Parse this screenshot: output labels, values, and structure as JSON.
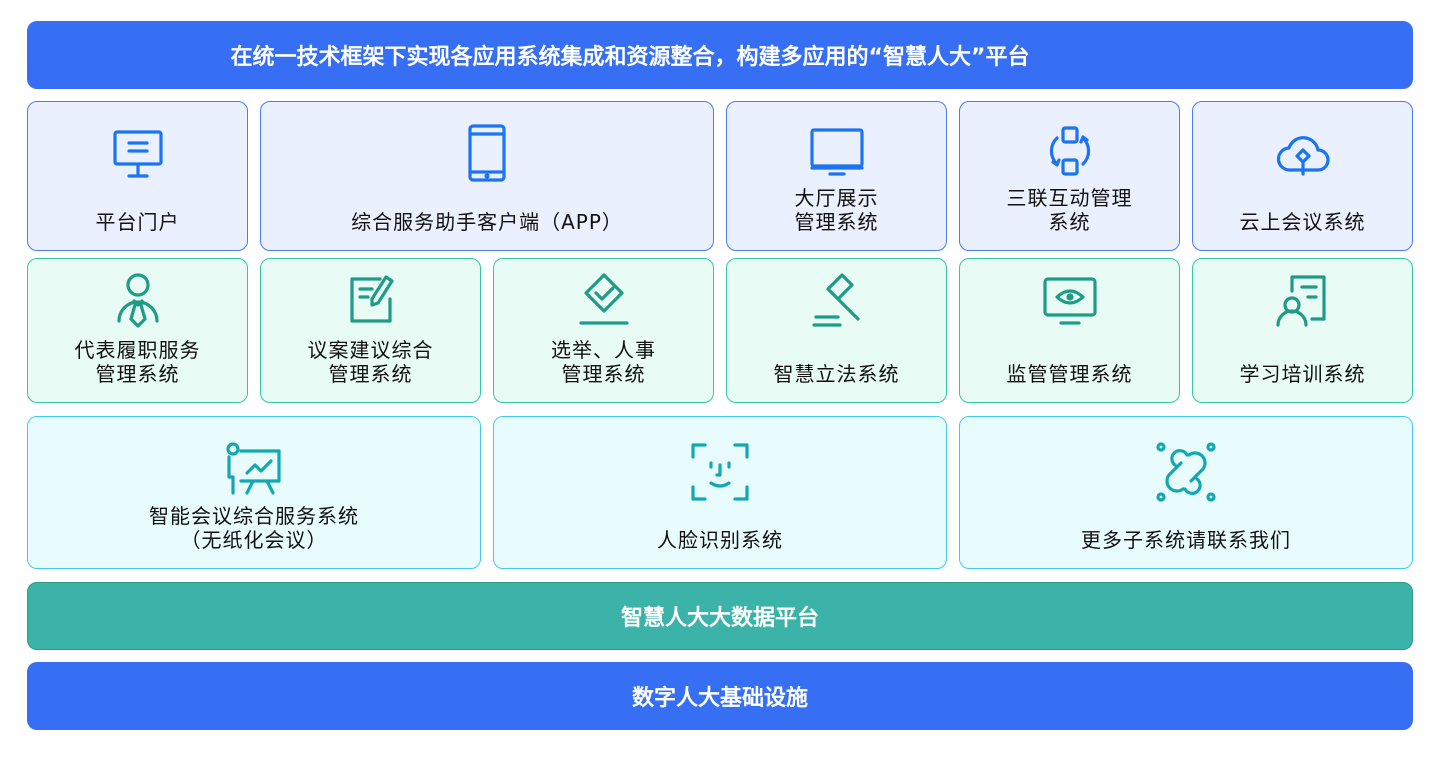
{
  "header": {
    "title": "在统一技术框架下实现各应用系统集成和资源整合，构建多应用的“智慧人大”平台"
  },
  "row1": [
    {
      "label": "平台门户",
      "icon": "monitor-icon"
    },
    {
      "label": "综合服务助手客户端（APP）",
      "icon": "tablet-icon"
    },
    {
      "label": "大厅展示\n管理系统",
      "icon": "desktop-icon"
    },
    {
      "label": "三联互动管理\n系统",
      "icon": "sync-icon"
    },
    {
      "label": "云上会议系统",
      "icon": "cloud-icon"
    }
  ],
  "row2": [
    {
      "label": "代表履职服务\n管理系统",
      "icon": "representative-icon"
    },
    {
      "label": "议案建议综合\n管理系统",
      "icon": "edit-document-icon"
    },
    {
      "label": "选举、人事\n管理系统",
      "icon": "vote-check-icon"
    },
    {
      "label": "智慧立法系统",
      "icon": "gavel-icon"
    },
    {
      "label": "监管管理系统",
      "icon": "monitor-eye-icon"
    },
    {
      "label": "学习培训系统",
      "icon": "training-icon"
    }
  ],
  "row3": [
    {
      "label": "智能会议综合服务系统\n（无纸化会议）",
      "icon": "presentation-icon"
    },
    {
      "label": "人脸识别系统",
      "icon": "face-recognition-icon"
    },
    {
      "label": "更多子系统请联系我们",
      "icon": "connect-icon"
    }
  ],
  "data_platform": {
    "title": "智慧人大大数据平台"
  },
  "infrastructure": {
    "title": "数字人大基础设施"
  },
  "colors": {
    "blue": "#376ff4",
    "teal": "#3bb3a8"
  }
}
